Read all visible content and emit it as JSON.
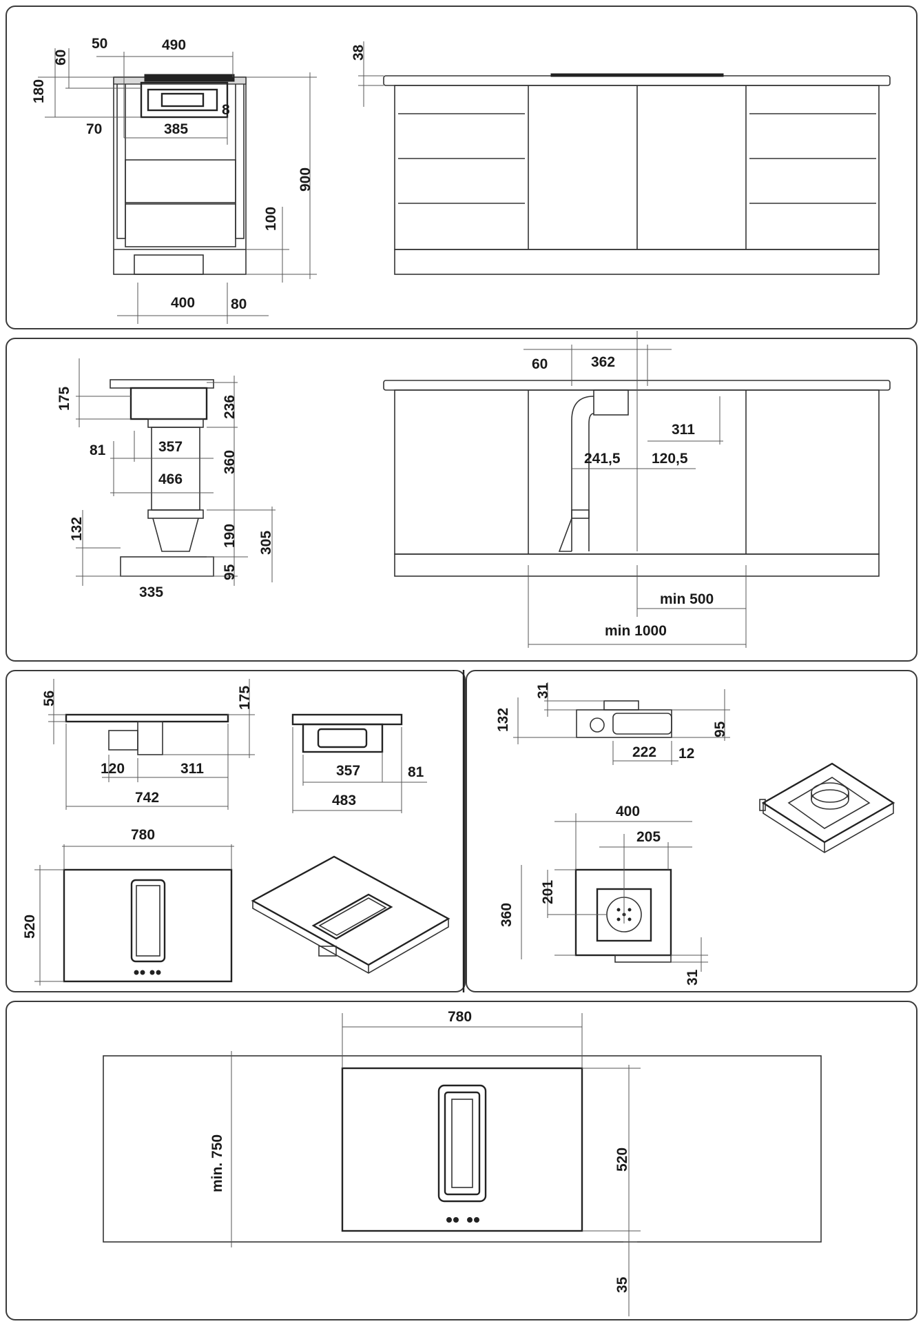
{
  "panel1": {
    "side": {
      "w_490": "490",
      "d_50": "50",
      "d_60": "60",
      "d_180": "180",
      "d_70": "70",
      "d_385": "385",
      "d_8": "8",
      "d_900": "900",
      "d_100": "100",
      "d_400": "400",
      "d_80": "80"
    },
    "front": {
      "d_38": "38"
    }
  },
  "panel2": {
    "unit": {
      "d_175": "175",
      "d_236": "236",
      "d_81": "81",
      "d_357": "357",
      "d_360": "360",
      "d_466": "466",
      "d_132": "132",
      "d_190": "190",
      "d_305": "305",
      "d_95": "95",
      "d_335": "335"
    },
    "island": {
      "d_60": "60",
      "d_362": "362",
      "d_311": "311",
      "d_241": "241,5",
      "d_120": "120,5",
      "min500": "min 500",
      "min1000": "min 1000"
    }
  },
  "panel3": {
    "hob": {
      "d_56": "56",
      "d_175": "175",
      "d_120": "120",
      "d_311": "311",
      "d_742": "742",
      "d_357": "357",
      "d_81": "81",
      "d_483": "483",
      "d_780": "780",
      "d_520": "520"
    }
  },
  "panel4": {
    "motor": {
      "d_31a": "31",
      "d_132": "132",
      "d_95": "95",
      "d_222": "222",
      "d_12": "12",
      "d_400": "400",
      "d_205": "205",
      "d_201": "201",
      "d_360": "360",
      "d_31b": "31"
    }
  },
  "panel5": {
    "plan": {
      "d_780": "780",
      "d_520": "520",
      "min750": "min. 750",
      "d_35": "35"
    }
  }
}
